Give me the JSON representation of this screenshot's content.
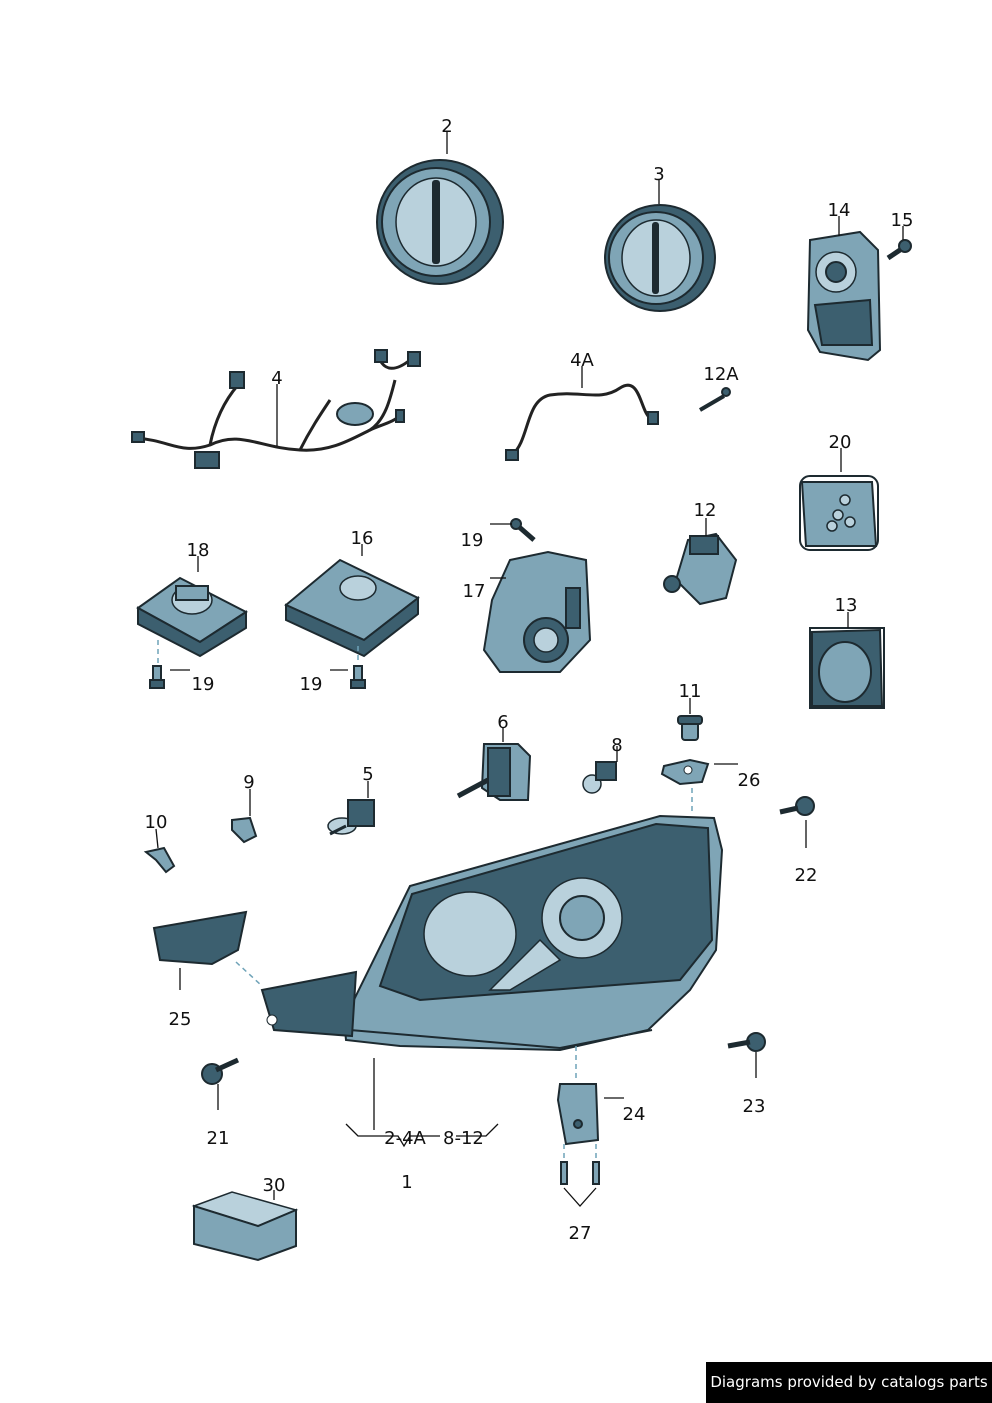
{
  "labels": {
    "l2": "2",
    "l3": "3",
    "l14": "14",
    "l15": "15",
    "l4": "4",
    "l4a": "4A",
    "l12a": "12A",
    "l20": "20",
    "l18": "18",
    "l16": "16",
    "l19a": "19",
    "l17": "17",
    "l12": "12",
    "l19b": "19",
    "l19c": "19",
    "l13": "13",
    "l6": "6",
    "l11": "11",
    "l9": "9",
    "l5": "5",
    "l8": "8",
    "l26": "26",
    "l10": "10",
    "l22": "22",
    "l25": "25",
    "l21": "21",
    "l1range": "2-4A   8-12",
    "l1": "1",
    "l24": "24",
    "l23": "23",
    "l30": "30",
    "l27": "27"
  },
  "credit": "Diagrams provided by catalogs parts"
}
